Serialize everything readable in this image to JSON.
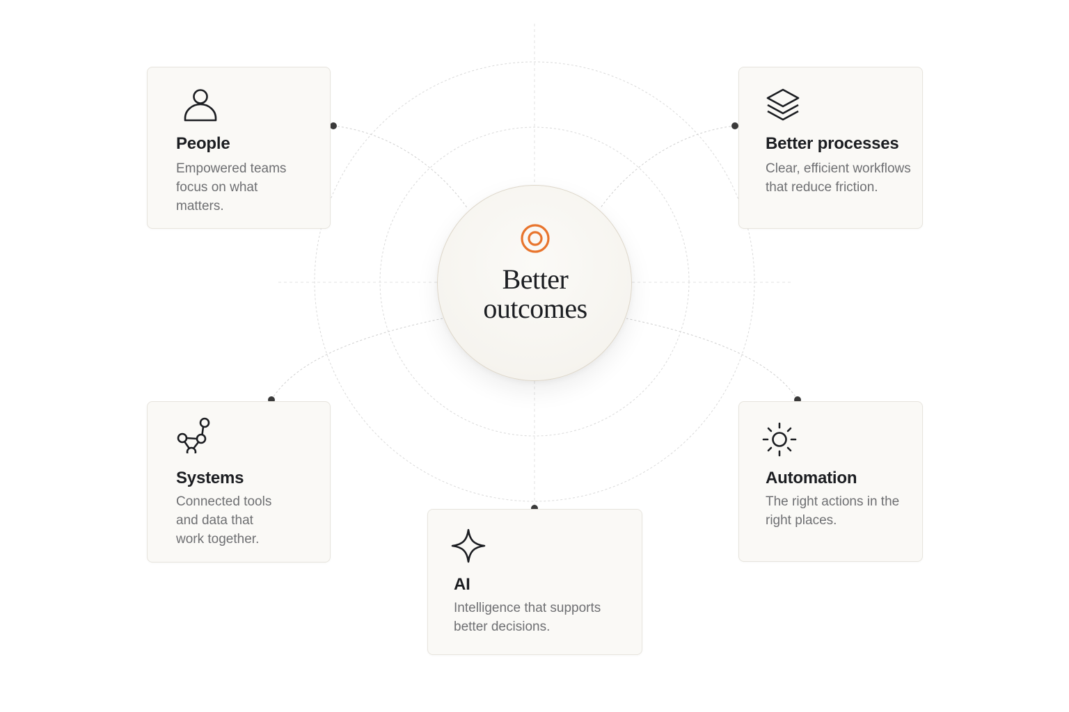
{
  "center": {
    "title_line1": "Better",
    "title_line2": "outcomes",
    "icon": "target-icon"
  },
  "cards": {
    "people": {
      "icon": "person-icon",
      "title": "People",
      "desc_lines": [
        "Empowered teams",
        "focus on what",
        "matters."
      ]
    },
    "processes": {
      "icon": "layers-icon",
      "title": "Better processes",
      "desc_lines": [
        "Clear, efficient workflows",
        "that reduce friction."
      ]
    },
    "systems": {
      "icon": "network-nodes-icon",
      "title": "Systems",
      "desc_lines": [
        "Connected tools",
        "and data that",
        "work together."
      ]
    },
    "automation": {
      "icon": "sun-gear-icon",
      "title": "Automation",
      "desc_lines": [
        "The right actions in the",
        "right places."
      ]
    },
    "ai": {
      "icon": "sparkle-icon",
      "title": "AI",
      "desc_lines": [
        "Intelligence that supports",
        "better decisions."
      ]
    }
  },
  "colors": {
    "accent": "#e8742c",
    "card_bg": "#faf9f6",
    "card_border": "#e7e4dd",
    "text_dark": "#1b1d21",
    "text_muted": "#6e6f72",
    "connector_dot": "#3a3a3a"
  }
}
